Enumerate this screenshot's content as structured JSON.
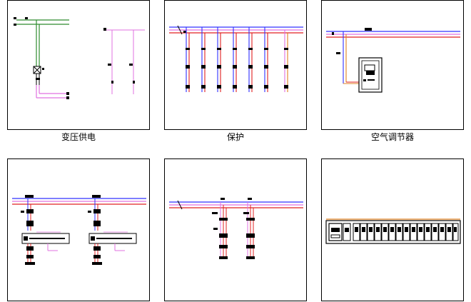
{
  "captions": {
    "panel1": "变压供电",
    "panel2": "保护",
    "panel3": "空气调节器"
  },
  "colors": {
    "green": "#2e8b2e",
    "magenta": "#e070e0",
    "red": "#e02020",
    "blue": "#3030ff",
    "orange": "#e08020",
    "purple": "#8040c0",
    "black": "#000000"
  }
}
